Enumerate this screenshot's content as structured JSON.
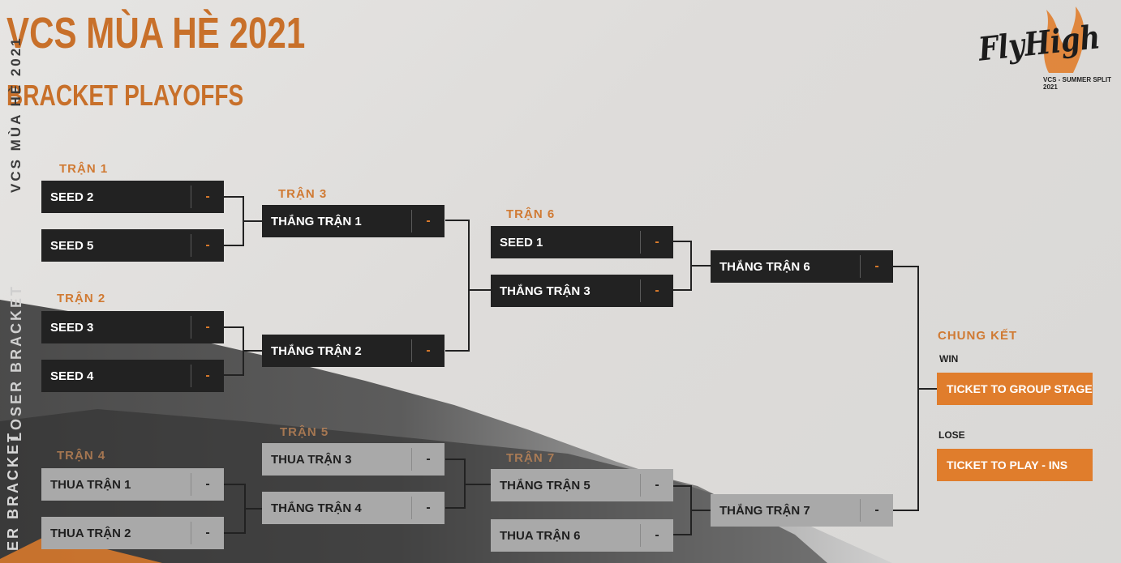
{
  "header": {
    "title": "VCS MÙA HÈ 2021",
    "subtitle": "BRACKET PLAYOFFS",
    "side_label_upper": "VCS MÙA HÈ 2021",
    "side_label_lower": "LOSER BRACKET",
    "side_label_lower2": "ER BRACKET"
  },
  "logo": {
    "text": "FlyHigh",
    "subtext": "VCS - SUMMER SPLIT 2021"
  },
  "rounds": {
    "r1": "TRẬN 1",
    "r2": "TRẬN 2",
    "r3": "TRẬN 3",
    "r4": "TRẬN 4",
    "r5": "TRẬN 5",
    "r6": "TRẬN 6",
    "r7": "TRẬN 7"
  },
  "matches": {
    "m1": [
      {
        "team": "SEED 2",
        "score": "-"
      },
      {
        "team": "SEED 5",
        "score": "-"
      }
    ],
    "m2": [
      {
        "team": "SEED 3",
        "score": "-"
      },
      {
        "team": "SEED 4",
        "score": "-"
      }
    ],
    "m3": [
      {
        "team": "THẮNG TRẬN 1",
        "score": "-"
      },
      {
        "team": "THẮNG TRẬN 2",
        "score": "-"
      }
    ],
    "m4": [
      {
        "team": "THUA TRẬN 1",
        "score": "-"
      },
      {
        "team": "THUA TRẬN 2",
        "score": "-"
      }
    ],
    "m5": [
      {
        "team": "THUA TRẬN 3",
        "score": "-"
      },
      {
        "team": "THẮNG TRẬN 4",
        "score": "-"
      }
    ],
    "m6": [
      {
        "team": "SEED 1",
        "score": "-"
      },
      {
        "team": "THẮNG TRẬN 3",
        "score": "-"
      }
    ],
    "m7": [
      {
        "team": "THẮNG TRẬN 5",
        "score": "-"
      },
      {
        "team": "THUA TRẬN 6",
        "score": "-"
      }
    ],
    "final": [
      {
        "team": "THẮNG TRẬN 6",
        "score": "-"
      },
      {
        "team": "THẮNG TRẬN 7",
        "score": "-"
      }
    ]
  },
  "final_panel": {
    "title": "CHUNG KẾT",
    "win_label": "WIN",
    "win_ticket": "TICKET TO GROUP STAGE",
    "lose_label": "LOSE",
    "lose_ticket": "TICKET TO PLAY - INS"
  },
  "colors": {
    "accent": "#e07d2c",
    "title": "#c8702a",
    "dark_box": "#222222",
    "gray_box": "#a9a9a9"
  }
}
